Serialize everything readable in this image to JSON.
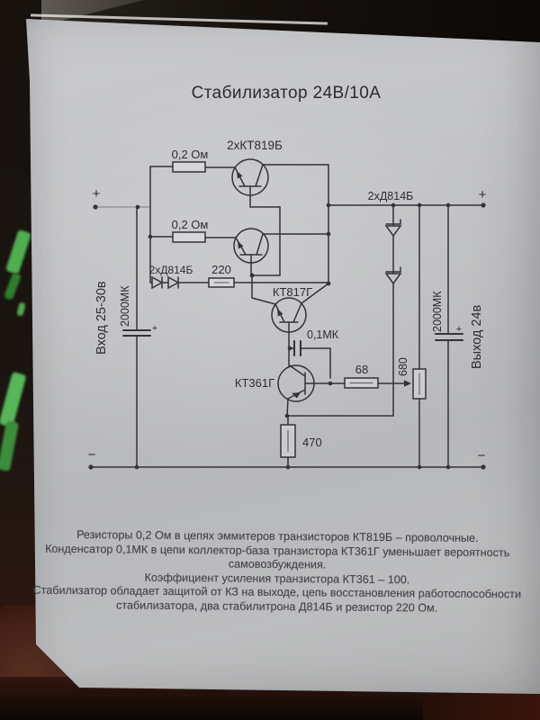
{
  "title": "Стабилизатор 24В/10А",
  "schematic": {
    "components": {
      "r_emitter_1": "0,2 Ом",
      "r_emitter_2": "0,2 Ом",
      "pass_transistors": "2хКТ819Б",
      "zeners_left": "2хД814Б",
      "r_restore": "220",
      "driver_transistor": "КТ817Г",
      "cap_feedback": "0,1МК",
      "error_transistor": "КТ361Г",
      "r_base": "68",
      "pot_output": "680",
      "r_emitter_sense": "470",
      "cap_input": "2000МК",
      "cap_output": "2000МК",
      "zeners_right": "2хД814Б"
    },
    "terminals": {
      "input_label": "Вход 25-30в",
      "output_label": "Выход 24в",
      "plus_in": "+",
      "minus_in": "−",
      "plus_out": "+",
      "minus_out": "−",
      "cap_in_polarity": "+",
      "cap_out_polarity": "+"
    }
  },
  "notes": [
    "Резисторы 0,2 Ом в цепях эммитеров транзисторов КТ819Б – проволочные.",
    "Конденсатор 0,1МК в цепи коллектор-база транзистора КТ361Г уменьшает вероятность",
    "самовозбуждения.",
    "Коэффициент усиления транзистора КТ361 – 100.",
    "Стабилизатор обладает защитой от КЗ на выходе, цепь восстановления работоспособности",
    "стабилизатора, два стабилитрона Д814Б и резистор 220 Ом."
  ]
}
